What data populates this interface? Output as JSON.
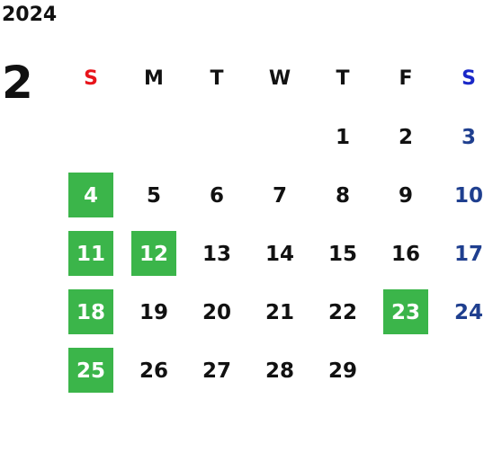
{
  "calendar": {
    "year": "2024",
    "month": "2",
    "weekdays": [
      {
        "label": "S",
        "color": "#e8141b"
      },
      {
        "label": "M",
        "color": "#111111"
      },
      {
        "label": "T",
        "color": "#111111"
      },
      {
        "label": "W",
        "color": "#111111"
      },
      {
        "label": "T",
        "color": "#111111"
      },
      {
        "label": "F",
        "color": "#111111"
      },
      {
        "label": "S",
        "color": "#1a28c8"
      }
    ],
    "highlight_color": "#3bb54a",
    "saturday_color": "#1f3f8f",
    "weeks": [
      [
        {
          "day": ""
        },
        {
          "day": ""
        },
        {
          "day": ""
        },
        {
          "day": ""
        },
        {
          "day": "1"
        },
        {
          "day": "2"
        },
        {
          "day": "3",
          "weekend": true
        }
      ],
      [
        {
          "day": "4",
          "highlighted": true
        },
        {
          "day": "5"
        },
        {
          "day": "6"
        },
        {
          "day": "7"
        },
        {
          "day": "8"
        },
        {
          "day": "9"
        },
        {
          "day": "10",
          "weekend": true
        }
      ],
      [
        {
          "day": "11",
          "highlighted": true
        },
        {
          "day": "12",
          "highlighted": true
        },
        {
          "day": "13"
        },
        {
          "day": "14"
        },
        {
          "day": "15"
        },
        {
          "day": "16"
        },
        {
          "day": "17",
          "weekend": true
        }
      ],
      [
        {
          "day": "18",
          "highlighted": true
        },
        {
          "day": "19"
        },
        {
          "day": "20"
        },
        {
          "day": "21"
        },
        {
          "day": "22"
        },
        {
          "day": "23",
          "highlighted": true
        },
        {
          "day": "24",
          "weekend": true
        }
      ],
      [
        {
          "day": "25",
          "highlighted": true
        },
        {
          "day": "26"
        },
        {
          "day": "27"
        },
        {
          "day": "28"
        },
        {
          "day": "29"
        },
        {
          "day": ""
        },
        {
          "day": ""
        }
      ],
      [
        {
          "day": ""
        },
        {
          "day": ""
        },
        {
          "day": ""
        },
        {
          "day": ""
        },
        {
          "day": ""
        },
        {
          "day": ""
        },
        {
          "day": ""
        }
      ]
    ]
  }
}
